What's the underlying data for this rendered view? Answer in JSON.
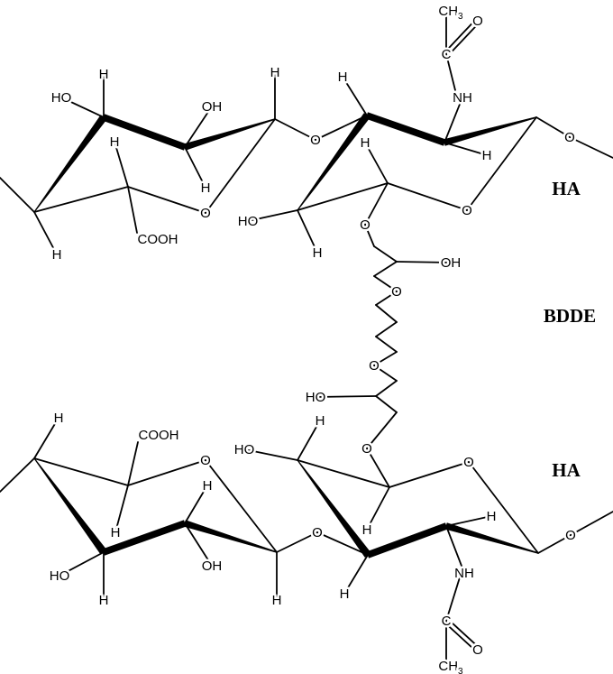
{
  "labels": {
    "upper_chain": "HA",
    "crosslinker": "BDDE",
    "lower_chain": "HA"
  },
  "atoms": {
    "H": "H",
    "HO": "HO",
    "OH": "OH",
    "O": "O",
    "COOH": "COOH",
    "NH": "NH",
    "C": "C",
    "CH3": {
      "main": "CH",
      "sub": "3"
    }
  },
  "colors": {
    "ink": "#000000",
    "background": "#ffffff"
  }
}
